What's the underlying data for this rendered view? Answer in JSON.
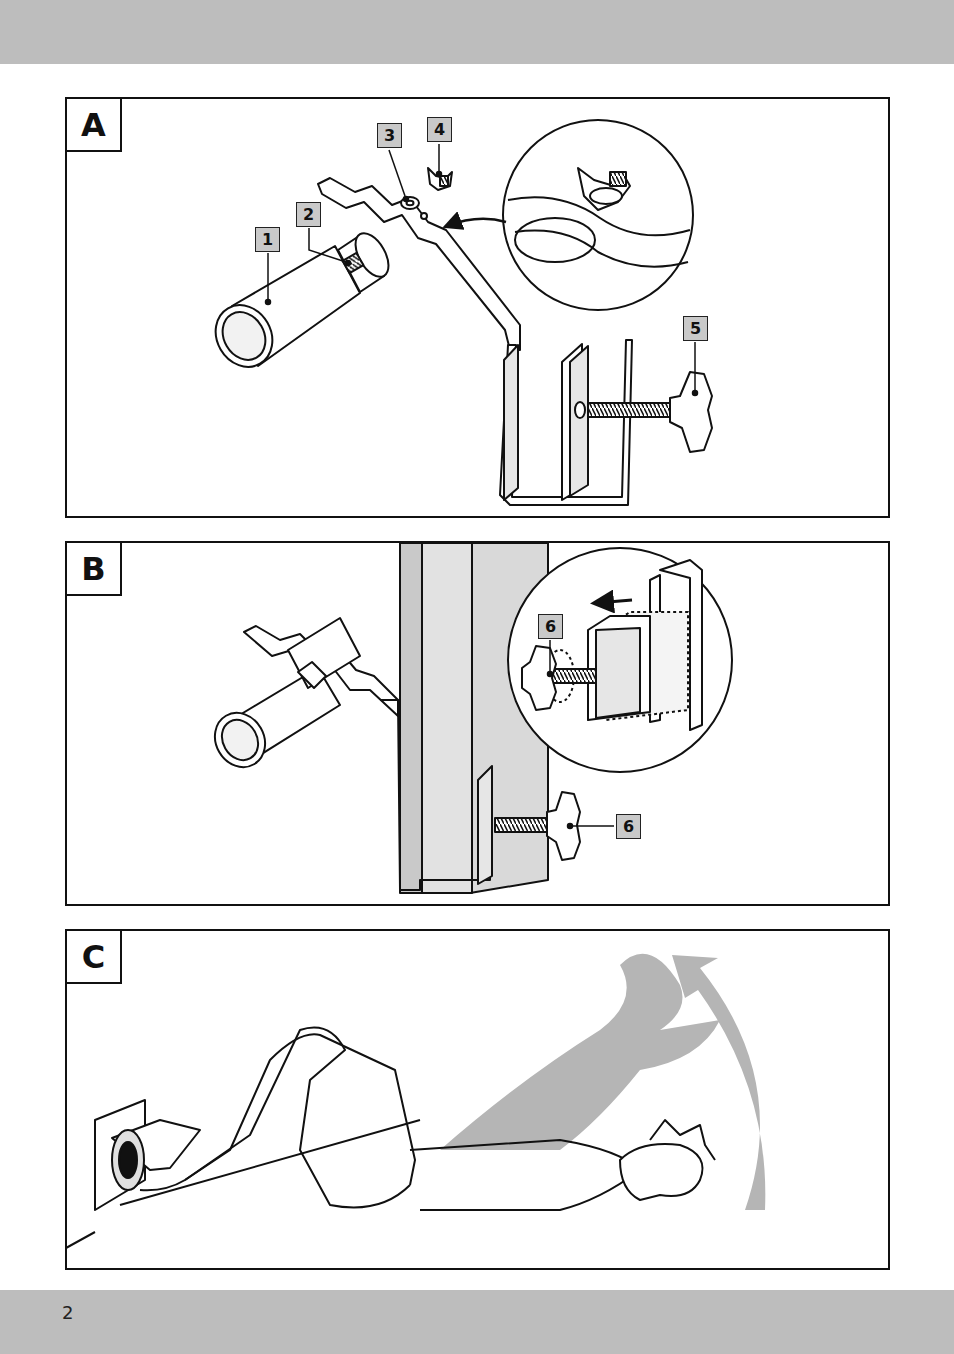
{
  "diagram": {
    "nodes": [
      {
        "text": [
          "A"
        ]
      },
      {
        "text": [
          "3"
        ],
        "in": 0
      },
      {
        "text": [
          "4"
        ],
        "in": 0
      },
      {
        "text": [
          "2"
        ],
        "in": 0
      },
      {
        "text": [
          "1"
        ],
        "in": 0
      },
      {
        "text": [
          "5"
        ],
        "in": 0
      },
      {
        "text": [
          "B"
        ]
      },
      {
        "text": [
          "6"
        ],
        "in": 6
      },
      {
        "text": [
          "6"
        ],
        "in": 6
      },
      {
        "text": [
          "C"
        ]
      }
    ],
    "edges": [],
    "labels": [
      "2"
    ]
  }
}
